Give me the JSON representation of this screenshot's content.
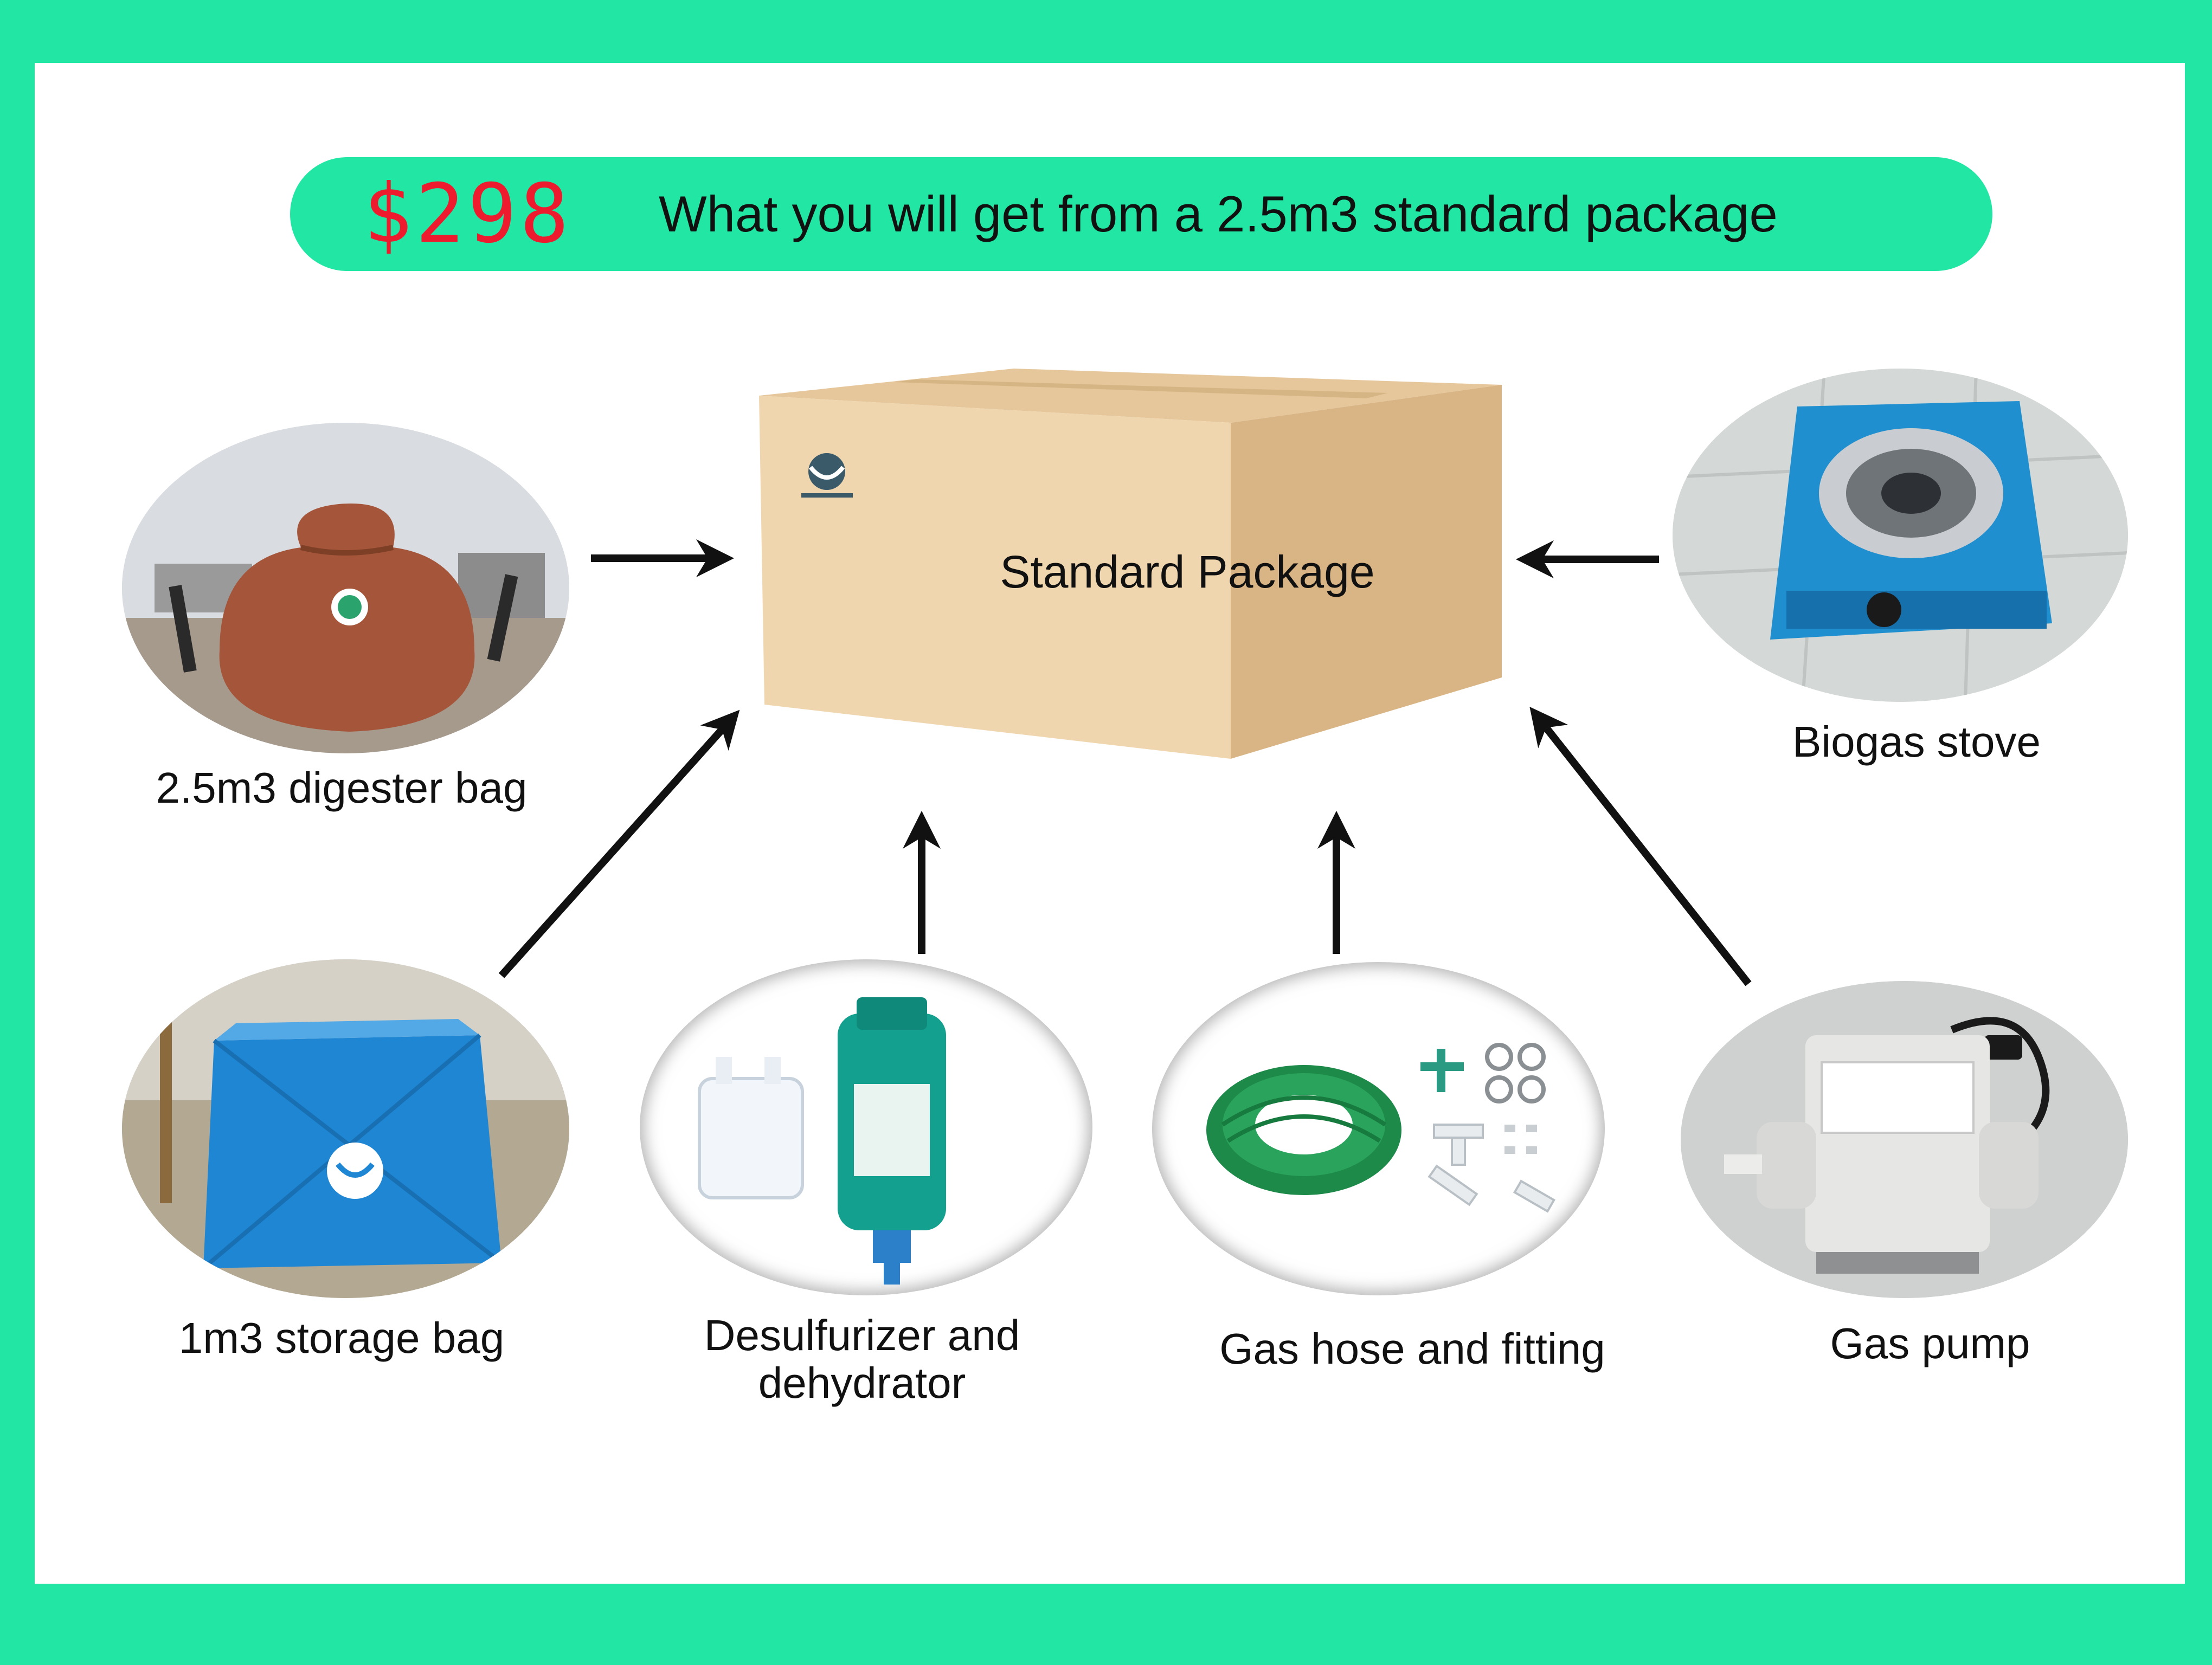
{
  "header": {
    "price": "$298",
    "title": "What you will get from a 2.5m3 standard package"
  },
  "center": {
    "label": "Standard Package"
  },
  "items": {
    "digester": "2.5m3 digester bag",
    "stove": "Biogas stove",
    "storage": "1m3 storage bag",
    "desulfurizer_line1": "Desulfurizer and",
    "desulfurizer_line2": "dehydrator",
    "hose": "Gas hose and fitting",
    "pump": "Gas pump"
  },
  "colors": {
    "accent_green": "#22e6a4",
    "price_red": "#ee1b2e",
    "digester_brown": "#a5563a",
    "storage_blue": "#1f86d4",
    "stove_blue": "#1f8fcf",
    "hose_green": "#1d8a4a"
  }
}
